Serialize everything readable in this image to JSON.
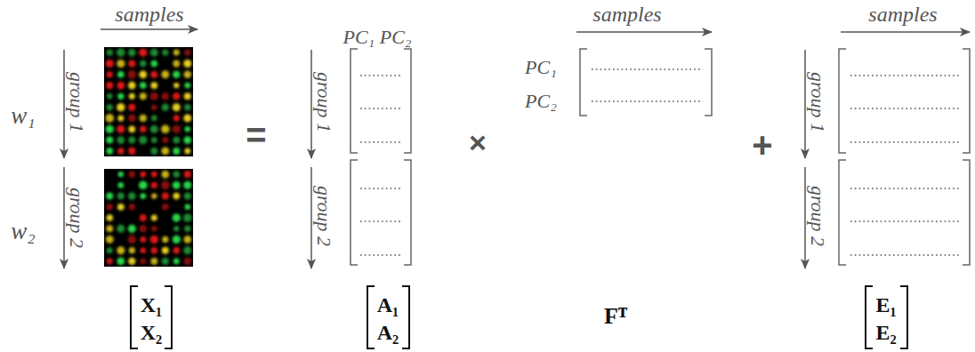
{
  "diagram": {
    "labels": [
      "samples",
      "PC₁ PC₂",
      "samples",
      "samples",
      "w₁",
      "group 1",
      "=",
      "group 1",
      "PC₁",
      "PC₂",
      "×",
      "+",
      "group 1",
      "w₂",
      "group 2",
      "group 2",
      "group 2",
      "X₁",
      "X₂",
      "A₁",
      "A₂",
      "Fᵀ",
      "E₁",
      "E₂"
    ]
  }
}
